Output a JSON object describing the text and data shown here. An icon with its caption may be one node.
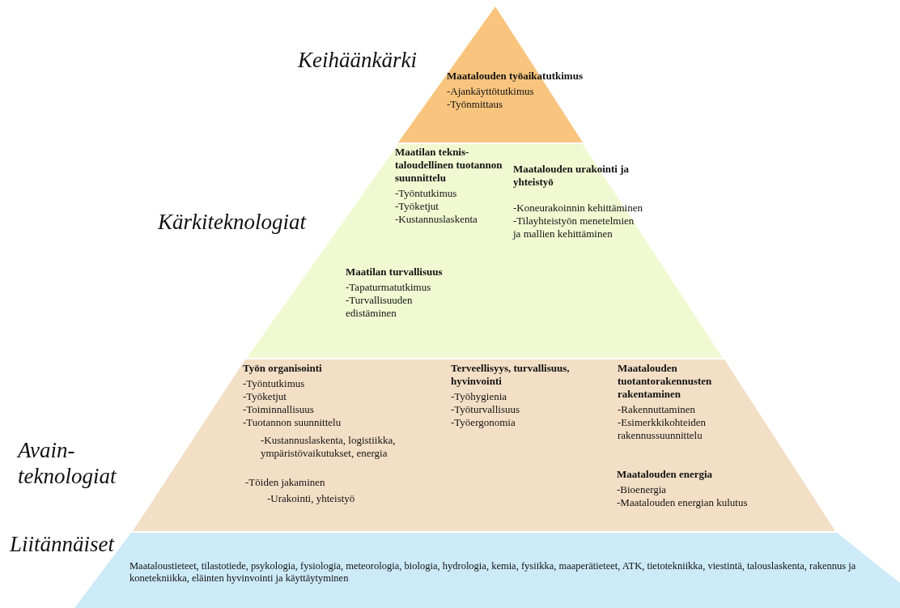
{
  "diagram": {
    "nodes": [
      {
        "text": [
          "Keihäänkärki"
        ]
      },
      {
        "text": [
          "Maatalouden työaikatutkimus",
          "-Ajankäyttötutkimus",
          "-Työnmittaus"
        ],
        "in": 0
      },
      {
        "text": [
          "Kärkiteknologiat"
        ]
      },
      {
        "text": [
          "Maatilan teknis-taloudellinen tuotannon suunnittelu",
          "-Työntutkimus",
          "-Työketjut",
          "-Kustannuslaskenta"
        ],
        "in": 2
      },
      {
        "text": [
          "Maatalouden urakointi ja yhteistyö",
          "-Koneurakoinnin kehittäminen",
          "-Tilayhteistyön menetelmien ja mallien kehittäminen"
        ],
        "in": 2
      },
      {
        "text": [
          "Maatilan turvallisuus",
          "-Tapaturmatutkimus",
          "-Turvallisuuden edistäminen"
        ],
        "in": 2
      },
      {
        "text": [
          "Avain-teknologiat"
        ]
      },
      {
        "text": [
          "Työn organisointi",
          "-Työntutkimus",
          "-Työketjut",
          "-Toiminnallisuus",
          "-Tuotannon suunnittelu",
          "-Kustannuslaskenta, logistiikka, ympäristövaikutukset, energia",
          "-Töiden jakaminen",
          "-Urakointi, yhteistyö"
        ],
        "in": 6
      },
      {
        "text": [
          "Terveellisyys, turvallisuus, hyvinvointi",
          "-Työhygienia",
          "-Työturvallisuus",
          "-Työergonomia"
        ],
        "in": 6
      },
      {
        "text": [
          "Maatalouden tuotantorakennusten rakentaminen",
          "-Rakennuttaminen",
          "-Esimerkkikohteiden rakennussuunnittelu"
        ],
        "in": 6
      },
      {
        "text": [
          "Maatalouden energia",
          "-Bioenergia",
          "-Maatalouden energian kulutus"
        ],
        "in": 6
      },
      {
        "text": [
          "Liitännäiset",
          "Maataloustieteet, tilastotiede, psykologia, fysiologia, meteorologia, biologia, hydrologia, kemia, fysiikka, maaperätieteet, ATK, tietotekniikka, viestintä, talouslaskenta, rakennus ja konetekniikka, eläinten hyvinvointi ja käyttäytyminen"
        ]
      }
    ]
  }
}
